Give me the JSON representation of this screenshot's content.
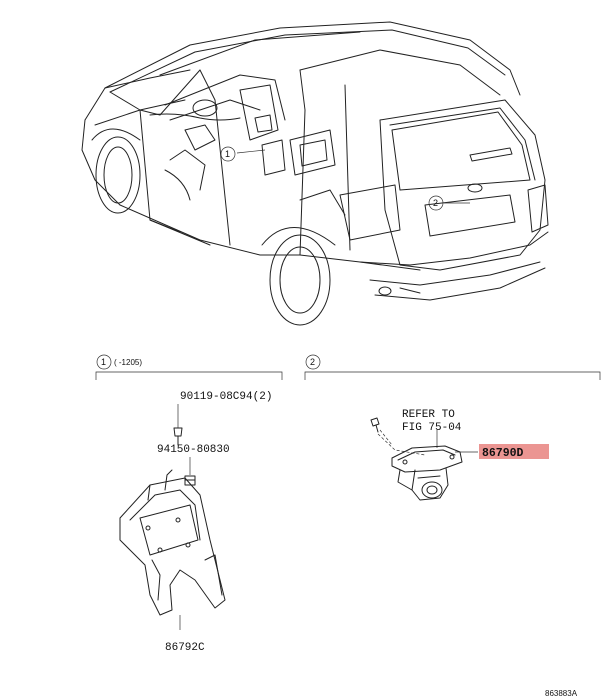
{
  "callouts": {
    "one": "1",
    "two": "2"
  },
  "section1": {
    "number": "1",
    "range": "(    -1205)"
  },
  "section2": {
    "number": "2"
  },
  "parts": {
    "bolt": "90119-08C94(2)",
    "clip": "94150-80830",
    "bracket": "86792C",
    "camera": "86790D"
  },
  "refer": {
    "line1": "REFER TO",
    "line2": "FIG 75-04"
  },
  "footer": {
    "code": "863883A"
  },
  "colors": {
    "highlight": "#e8837f",
    "line": "#222222"
  }
}
